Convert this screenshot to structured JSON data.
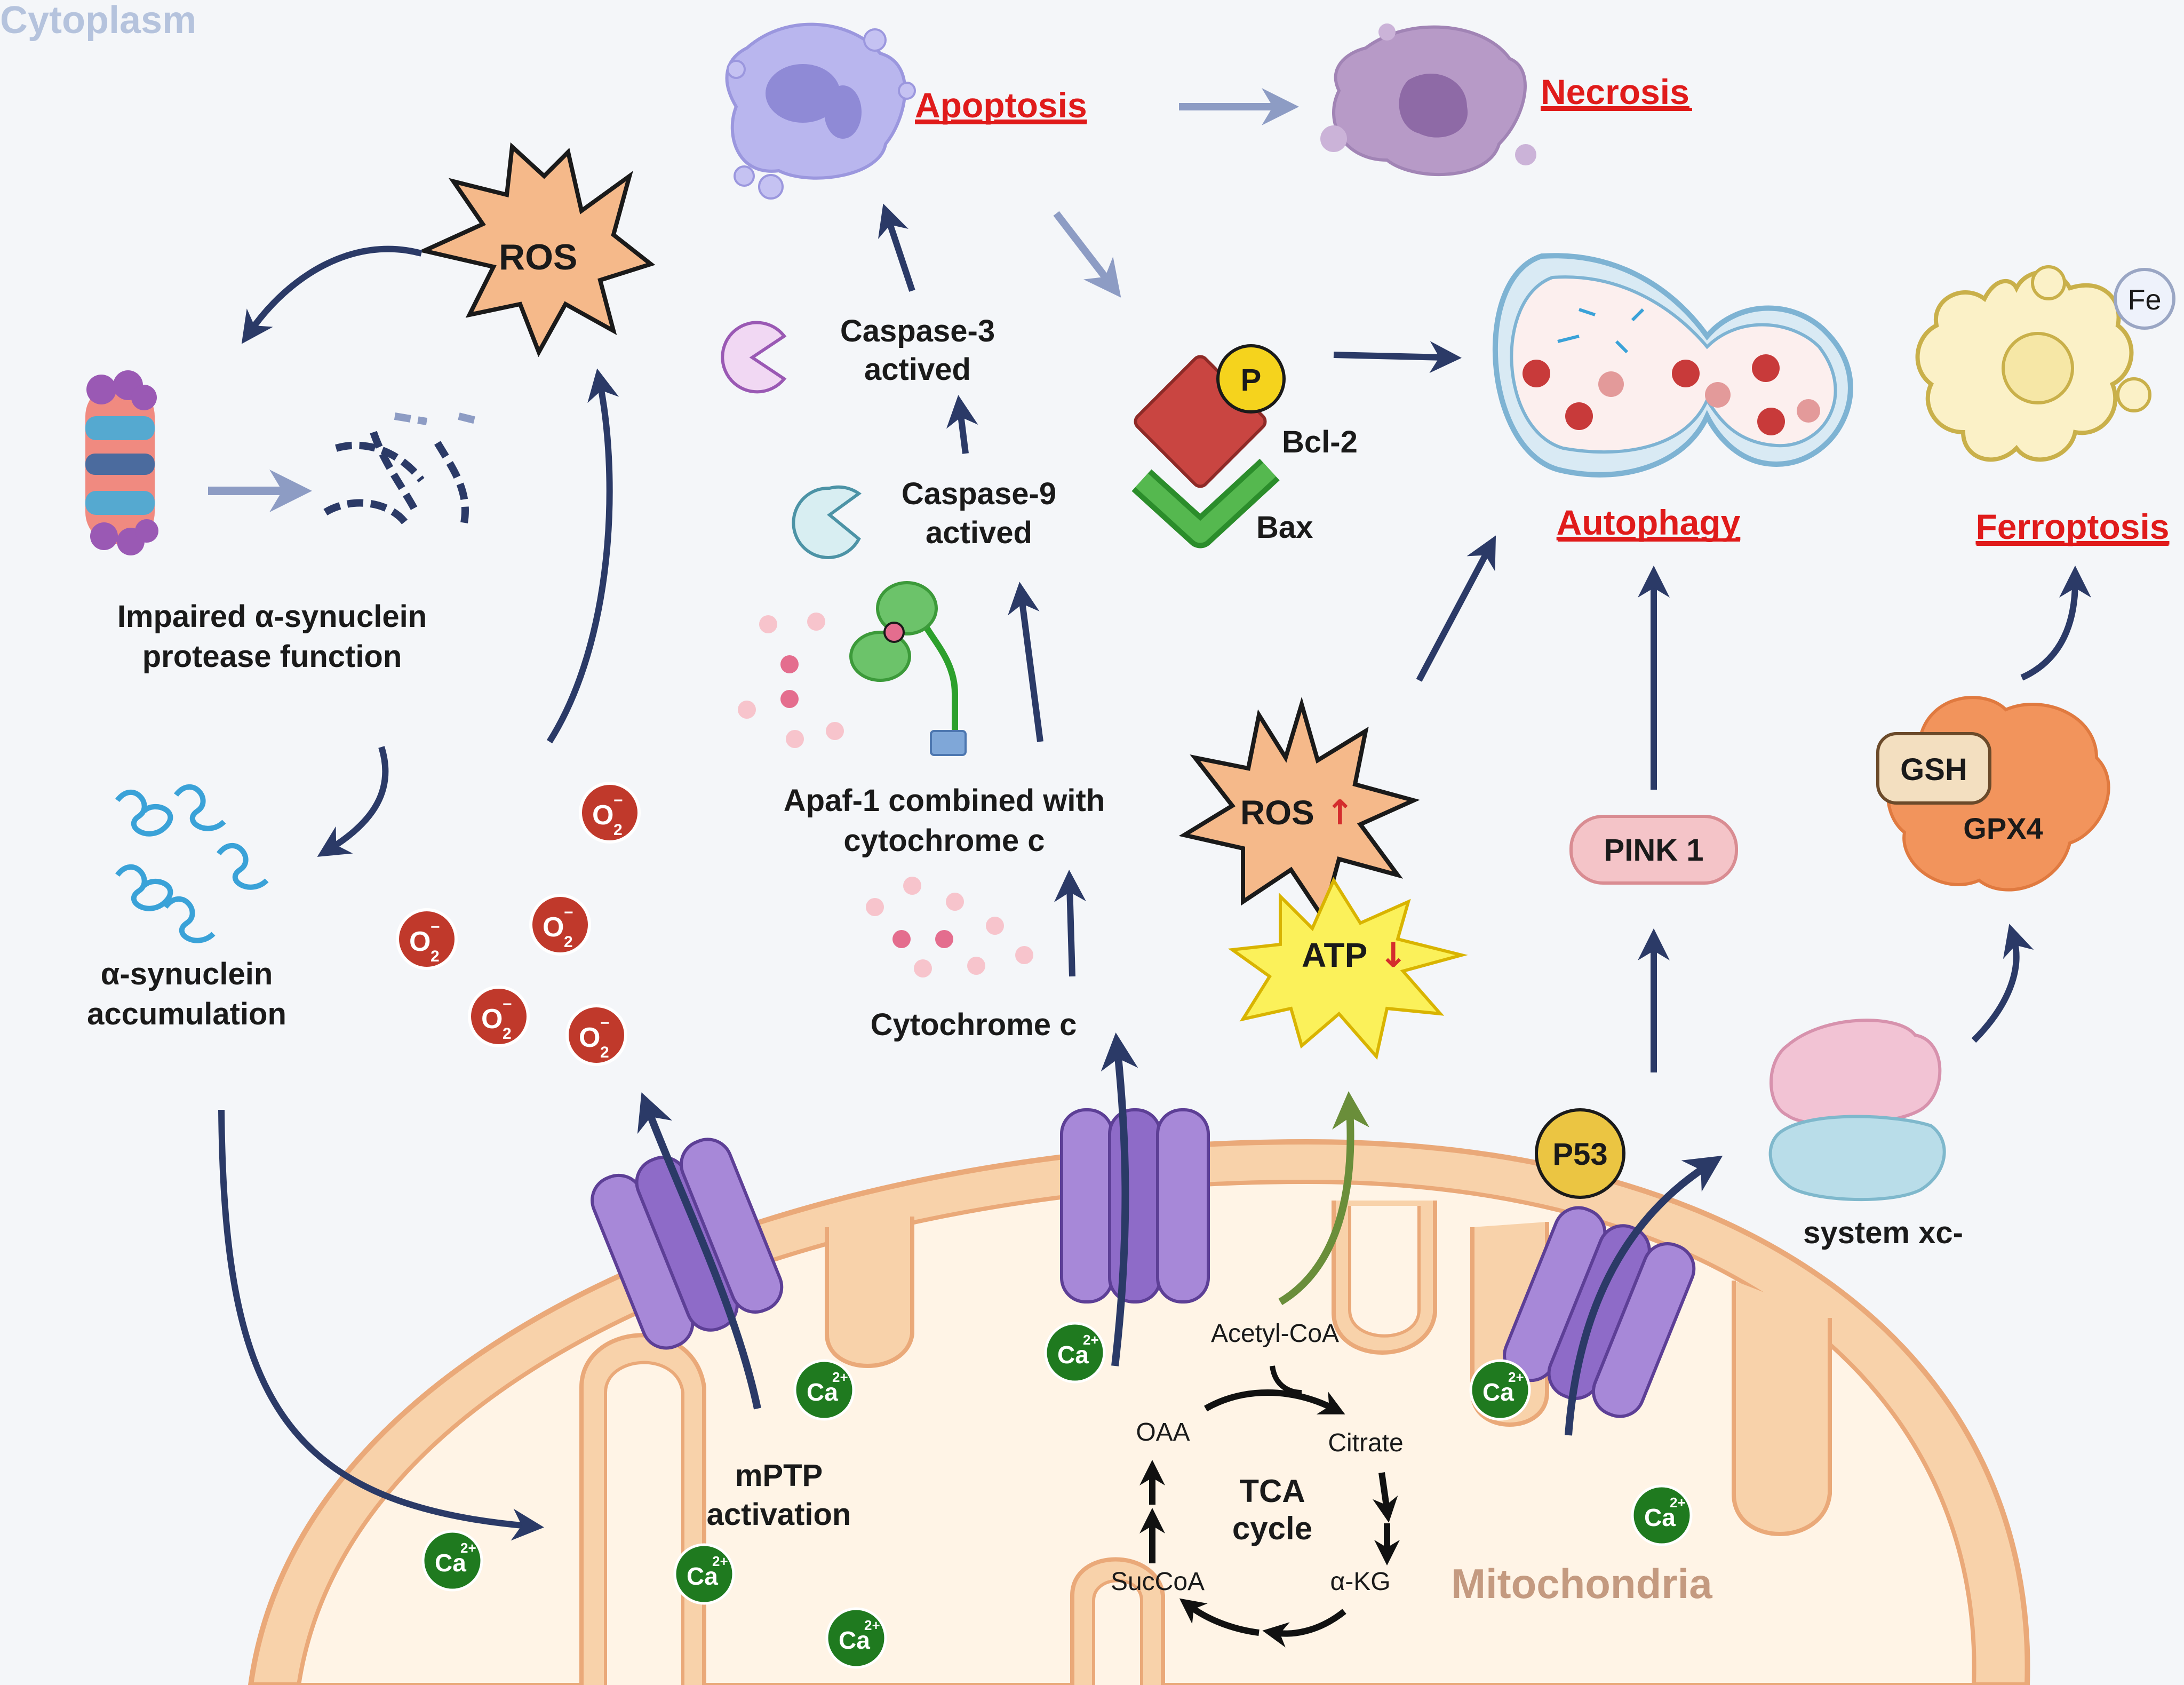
{
  "cytoplasm_label": "Cytoplasm",
  "mitochondria_label": "Mitochondria",
  "outcomes": {
    "apoptosis": "Apoptosis",
    "necrosis": "Necrosis",
    "autophagy": "Autophagy",
    "ferroptosis": "Ferroptosis"
  },
  "ros_top": "ROS",
  "ros_up": "ROS",
  "atp_down": "ATP",
  "up_arrow": "↑",
  "down_arrow": "↓",
  "alpha_syn_impaired": [
    "Impaired α-synuclein",
    "protease function"
  ],
  "alpha_syn_accum": [
    "α-synuclein",
    "accumulation"
  ],
  "caspase3": [
    "Caspase-3",
    "actived"
  ],
  "caspase9": [
    "Caspase-9",
    "actived"
  ],
  "apaf1": [
    "Apaf-1 combined with",
    "cytochrome c"
  ],
  "cytochrome_c": "Cytochrome c",
  "bcl2": "Bcl-2",
  "bax": "Bax",
  "phospho": "P",
  "pink1": "PINK 1",
  "p53": "P53",
  "gsh": "GSH",
  "gpx4": "GPX4",
  "fe": "Fe",
  "system_xc": "system xc-",
  "mptp": [
    "mPTP",
    "activation"
  ],
  "superoxide": "O",
  "superoxide_sub": "2",
  "superoxide_sup": "−",
  "ca_ion": "Ca",
  "ca_sup": "2+",
  "tca": {
    "title": [
      "TCA",
      "cycle"
    ],
    "acetyl": "Acetyl-CoA",
    "citrate": "Citrate",
    "akg": "α-KG",
    "succoa": "SucCoA",
    "oaa": "OAA"
  },
  "colors": {
    "outcome_red": "#e01b1b",
    "arrow_navy": "#2b3a67",
    "ros_fill": "#f5b98a",
    "atp_fill": "#fbf15a",
    "ca_green": "#1f7a1f",
    "superoxide_red": "#c0392b",
    "membrane_orange": "#f4c08f",
    "channel_purple": "#a788d8",
    "cytoplasm_text": "#b5c3dd",
    "mito_text": "#c49a80"
  }
}
